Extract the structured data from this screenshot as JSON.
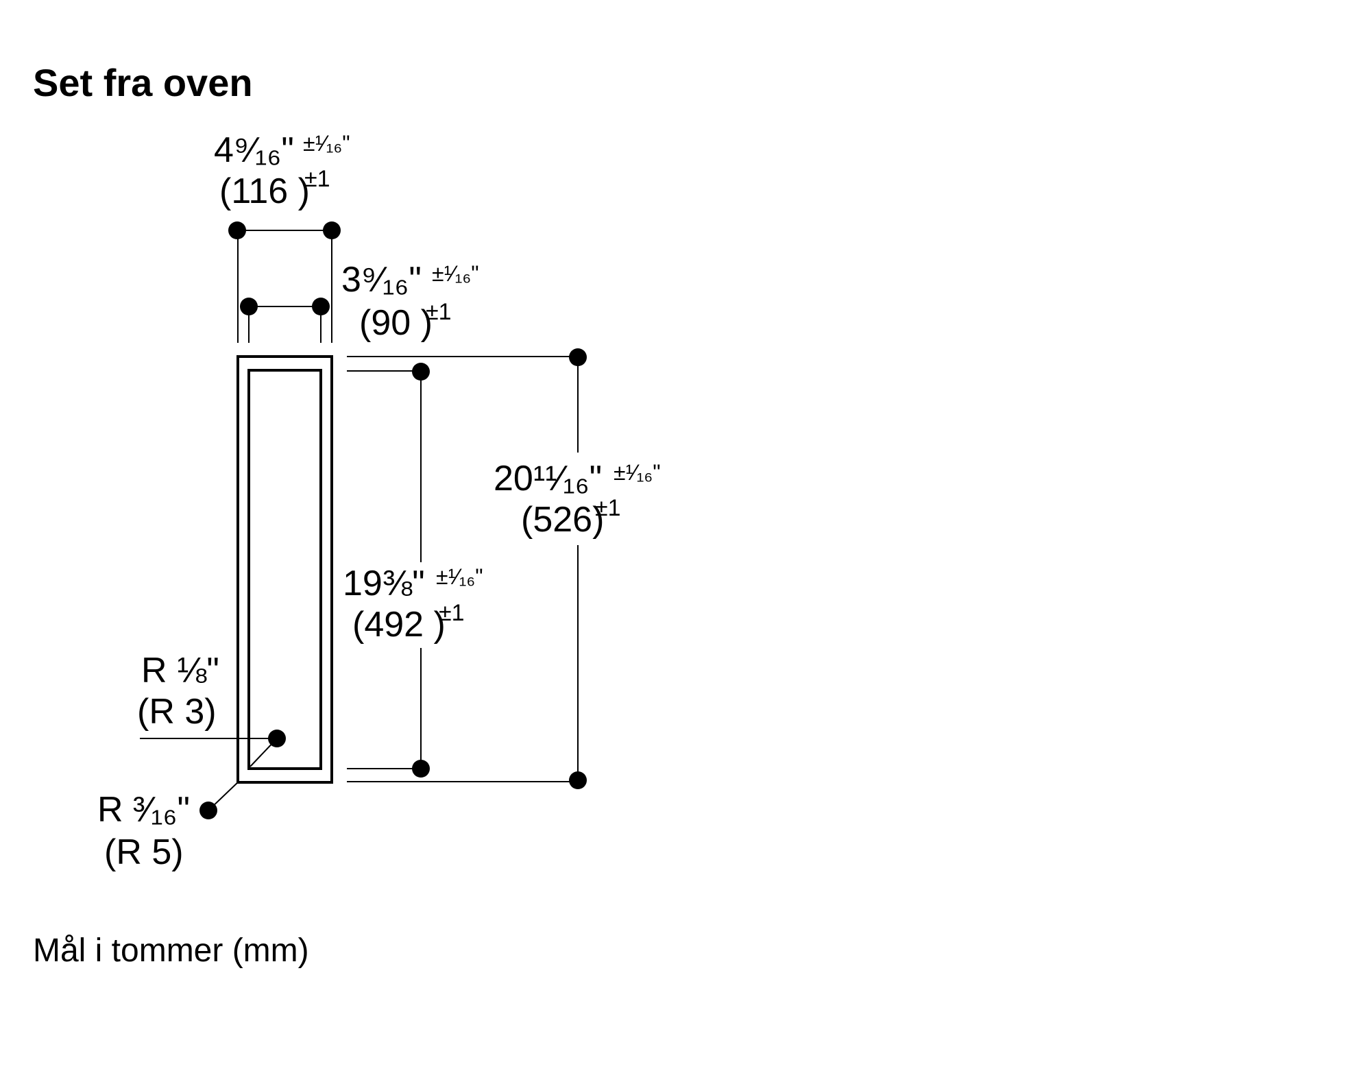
{
  "title": "Set fra oven",
  "footer_note": "Mål i tommer (mm)",
  "dimensions": {
    "outer_width": {
      "inch": "4⁹⁄₁₆\"",
      "tolerance_inch": "±¹⁄₁₆\"",
      "mm": "(116 )",
      "tolerance_mm": "±1"
    },
    "inner_width": {
      "inch": "3⁹⁄₁₆\"",
      "tolerance_inch": "±¹⁄₁₆\"",
      "mm": "(90 )",
      "tolerance_mm": "±1"
    },
    "outer_height": {
      "inch": "20¹¹⁄₁₆\"",
      "tolerance_inch": "±¹⁄₁₆\"",
      "mm": "(526)",
      "tolerance_mm": "±1"
    },
    "inner_height": {
      "inch": "19⅜\"",
      "tolerance_inch": "±¹⁄₁₆\"",
      "mm": "(492 )",
      "tolerance_mm": "±1"
    },
    "inner_radius": {
      "inch": "R ⅛\"",
      "mm": "(R 3)"
    },
    "outer_radius": {
      "inch": "R ³⁄₁₆\"",
      "mm": "(R 5)"
    }
  }
}
